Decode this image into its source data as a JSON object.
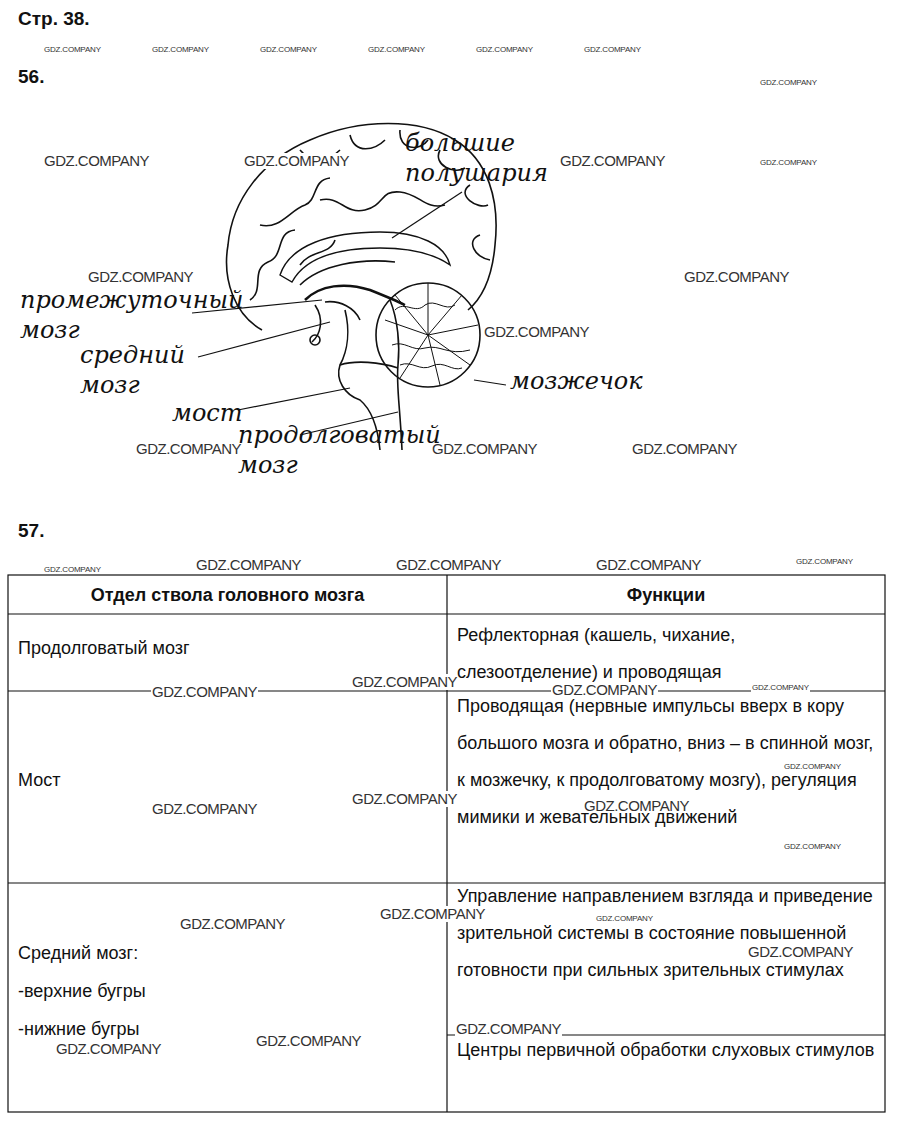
{
  "diagram": {
    "labels": [
      "Стр. 38.",
      "56.",
      "большие полушария",
      "промежуточный мозг",
      "средний мозг",
      "мост",
      "продолговатый мозг",
      "мозжечок",
      "57.",
      "Отдел ствола головного мозга",
      "Функции",
      "Продолговатый мозг",
      "Рефлекторная (кашель, чихание, слезоотделение) и проводящая",
      "Мост",
      "Проводящая (нервные импульсы вверх в кору большого мозга и обратно, вниз – в спинной мозг, к мозжечку, к продолговатому мозгу), регуляция мимики и жевательных движений",
      "Средний мозг:",
      "-верхние бугры",
      "-нижние бугры",
      "Управление направлением взгляда и приведение зрительной системы в состояние повышенной готовности при сильных зрительных стимулах",
      "Центры первичной обработки слуховых стимулов",
      "GDZ.COMPANY",
      "GDZ.COMPANY",
      "GDZ.COMPANY",
      "GDZ.COMPANY",
      "GDZ.COMPANY",
      "GDZ.COMPANY",
      "GDZ.COMPANY",
      "GDZ.COMPANY",
      "GDZ.COMPANY",
      "GDZ.COMPANY",
      "GDZ.COMPANY",
      "GDZ.COMPANY",
      "GDZ.COMPANY",
      "GDZ.COMPANY",
      "GDZ.COMPANY",
      "GDZ.COMPANY",
      "GDZ.COMPANY",
      "GDZ.COMPANY",
      "GDZ.COMPANY",
      "GDZ.COMPANY",
      "GDZ.COMPANY",
      "GDZ.COMPANY",
      "GDZ.COMPANY",
      "GDZ.COMPANY",
      "GDZ.COMPANY",
      "GDZ.COMPANY",
      "GDZ.COMPANY",
      "GDZ.COMPANY",
      "GDZ.COMPANY",
      "GDZ.COMPANY",
      "GDZ.COMPANY",
      "GDZ.COMPANY",
      "GDZ.COMPANY",
      "GDZ.COMPANY",
      "GDZ.COMPANY",
      "GDZ.COMPANY",
      "GDZ.COMPANY",
      "GDZ.COMPANY"
    ]
  }
}
